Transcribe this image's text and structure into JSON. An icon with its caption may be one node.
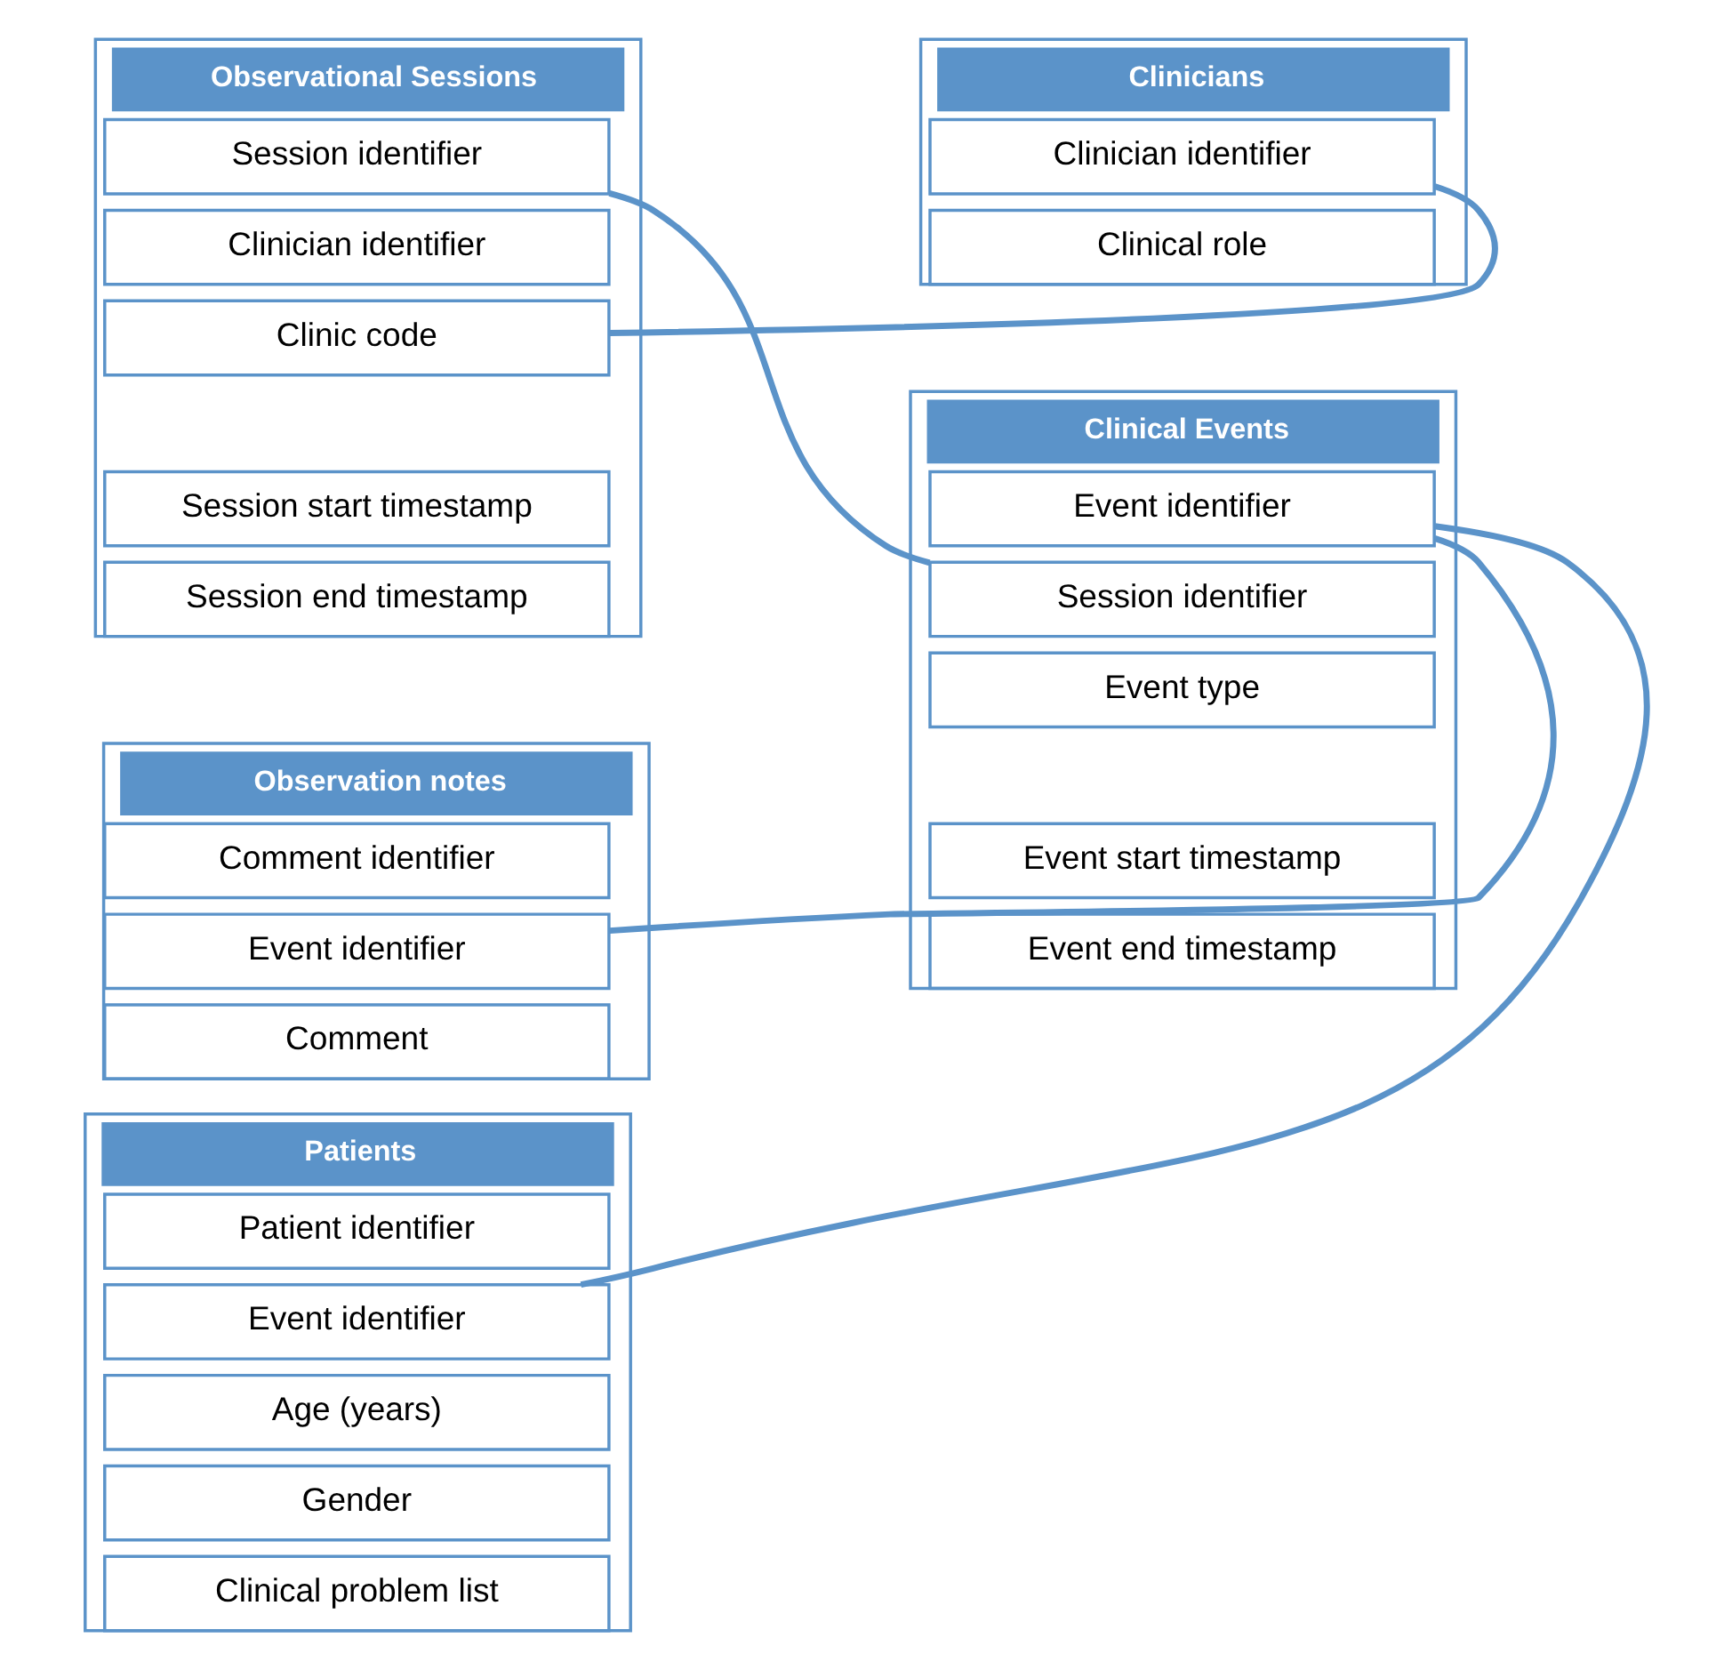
{
  "diagram": {
    "nodes": [
      {
        "text": [
          "Observational Sessions"
        ]
      },
      {
        "text": [
          "Session identifier"
        ],
        "in": 0
      },
      {
        "text": [
          "Clinician identifier"
        ],
        "in": 0
      },
      {
        "text": [
          "Clinic code"
        ],
        "in": 0
      },
      {
        "text": [
          "Session start timestamp"
        ],
        "in": 0
      },
      {
        "text": [
          "Session end timestamp"
        ],
        "in": 0
      },
      {
        "text": [
          "Clinicians"
        ]
      },
      {
        "text": [
          "Clinician identifier"
        ],
        "in": 6
      },
      {
        "text": [
          "Clinical role"
        ],
        "in": 6
      },
      {
        "text": [
          "Observation notes"
        ]
      },
      {
        "text": [
          "Comment identifier"
        ],
        "in": 9
      },
      {
        "text": [
          "Event identifier"
        ],
        "in": 9
      },
      {
        "text": [
          "Comment"
        ],
        "in": 9
      },
      {
        "text": [
          "Clinical Events"
        ]
      },
      {
        "text": [
          "Event identifier"
        ],
        "in": 13
      },
      {
        "text": [
          "Session identifier"
        ],
        "in": 13
      },
      {
        "text": [
          "Event type"
        ],
        "in": 13
      },
      {
        "text": [
          "Event start timestamp"
        ],
        "in": 13
      },
      {
        "text": [
          "Event end timestamp"
        ],
        "in": 13
      },
      {
        "text": [
          "Patients"
        ]
      },
      {
        "text": [
          "Patient identifier"
        ],
        "in": 19
      },
      {
        "text": [
          "Event identifier"
        ],
        "in": 19
      },
      {
        "text": [
          "Age (years)"
        ],
        "in": 19
      },
      {
        "text": [
          "Gender"
        ],
        "in": 19
      },
      {
        "text": [
          "Clinical problem list"
        ],
        "in": 19
      }
    ],
    "edges": [
      {
        "from": 1,
        "to": 15,
        "arrow": "none"
      },
      {
        "from": 3,
        "to": 7,
        "arrow": "none"
      },
      {
        "from": 14,
        "to": 11,
        "arrow": "none"
      },
      {
        "from": 14,
        "to": 21,
        "arrow": "none"
      }
    ]
  }
}
